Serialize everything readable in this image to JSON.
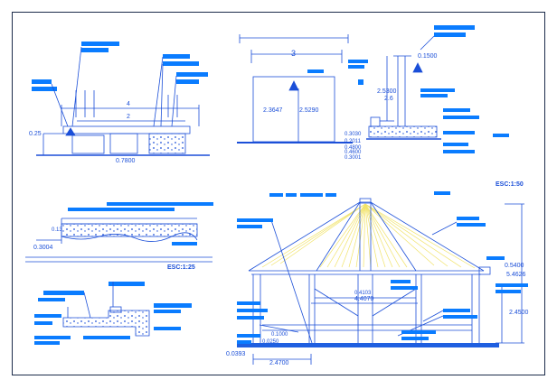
{
  "colors": {
    "line": "#1b4fd8",
    "label_block": "#0a7cff",
    "ground": "#1f5fe0",
    "roof_hatch": "#f1e36a",
    "frame": "#1c2b4a",
    "background": "#ffffff"
  },
  "detail_top_left": {
    "dims": {
      "d4": "4",
      "d2": "2",
      "d025": "0.25",
      "d07800": "0.7800"
    }
  },
  "detail_top_right": {
    "dims": {
      "d3": "3",
      "d23647": "2.3647",
      "d25290": "2.5290",
      "d01500": "0.1500",
      "d25300": "2.5300",
      "d29": "2.6",
      "d03030": "0.3030",
      "d02011": "0.2011",
      "d0400": "0.4800",
      "d0400b": "0.4600",
      "d0300": "0.3001"
    }
  },
  "detail_mid_left": {
    "dims": {
      "d013": "0.13",
      "d03004": "0.3004"
    },
    "scale": "ESC:1:25"
  },
  "elevation": {
    "scale": "ESC:1:50",
    "dims": {
      "d05400": "0.5400",
      "d54626": "5.4626",
      "d24500": "2.4500",
      "d44070": "4.4070",
      "d04103": "0.4103",
      "d01000": "0.1000",
      "d00250": "0.0250",
      "d00393": "0.0393",
      "d24700": "2.4700"
    }
  }
}
